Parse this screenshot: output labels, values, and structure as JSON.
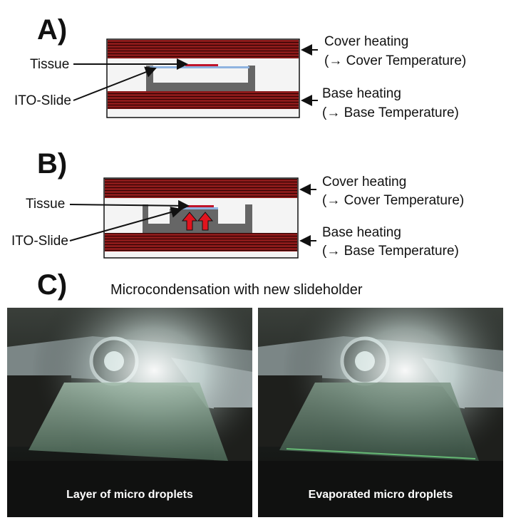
{
  "panel_a": {
    "letter": "A)",
    "tissue_label": "Tissue",
    "ito_label": "ITO-Slide",
    "cover_heating": "Cover heating",
    "cover_temperature": "(→ Cover Temperature)",
    "base_heating": "Base heating",
    "base_temperature": "(→ Base Temperature)"
  },
  "panel_b": {
    "letter": "B)",
    "tissue_label": "Tissue",
    "ito_label": "ITO-Slide",
    "cover_heating": "Cover heating",
    "cover_temperature": "(→ Cover Temperature)",
    "base_heating": "Base heating",
    "base_temperature": "(→ Base Temperature)"
  },
  "panel_c": {
    "letter": "C)",
    "title": "Microcondensation with new slideholder",
    "photo_left_caption": "Layer of micro droplets",
    "photo_right_caption": "Evaporated micro droplets"
  },
  "colors": {
    "heater_red": "#8b1a1a",
    "heater_line": "#1a0000",
    "holder_gray": "#666666",
    "chamber_fill": "#f4f4f4",
    "tissue_red": "#c0142a",
    "slide_blue": "#8fb3e0",
    "arrow_red": "#e0141e"
  }
}
